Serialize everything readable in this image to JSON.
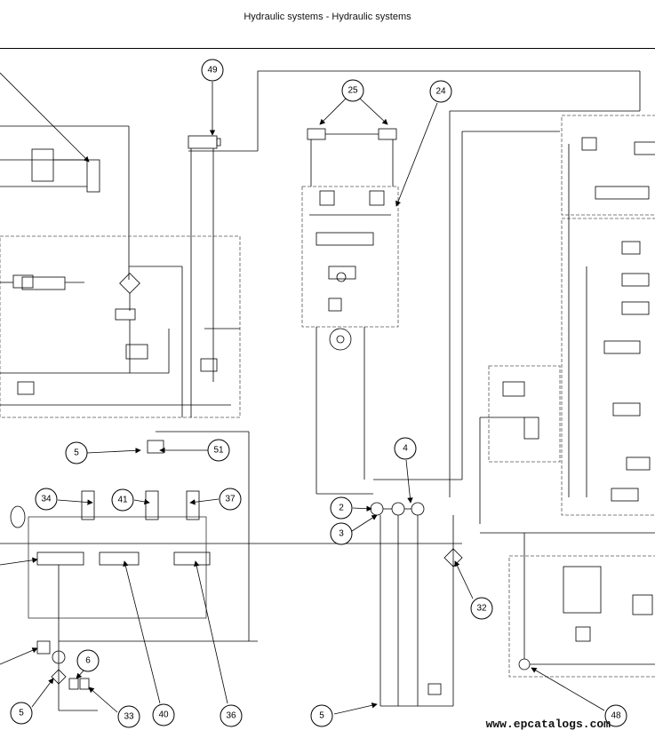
{
  "header": {
    "title": "Hydraulic systems - Hydraulic systems"
  },
  "watermark": {
    "text": "www.epcatalogs.com"
  },
  "callouts": {
    "c49": "49",
    "c25": "25",
    "c24": "24",
    "c5a": "5",
    "c51": "51",
    "c4": "4",
    "c34": "34",
    "c41": "41",
    "c37": "37",
    "c2": "2",
    "c3": "3",
    "c32": "32",
    "c6": "6",
    "c5b": "5",
    "c33": "33",
    "c40": "40",
    "c36": "36",
    "c5c": "5",
    "c48": "48"
  },
  "colors": {
    "line": "#000000",
    "dashed": "#555555"
  }
}
